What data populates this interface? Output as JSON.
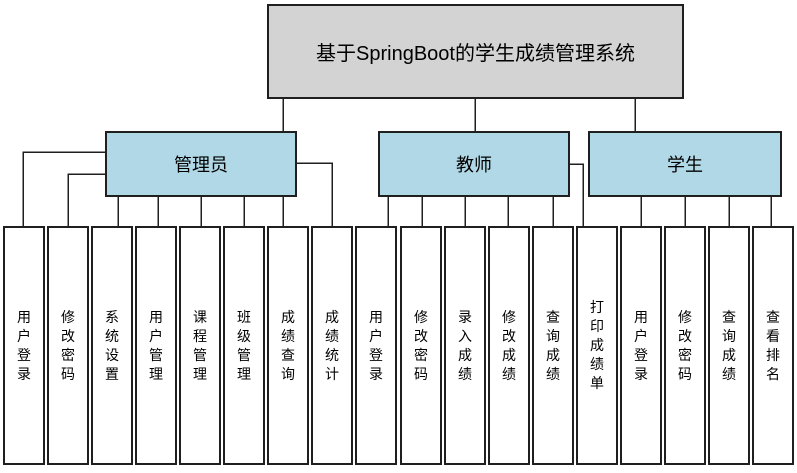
{
  "diagram": {
    "title": "基于SpringBoot的学生成绩管理系统",
    "colors": {
      "root_fill": "#d3d3d3",
      "role_fill": "#b1d8e6",
      "leaf_fill": "#ffffff",
      "border": "#1f1f1f",
      "connector": "#1f1f1f"
    },
    "roles": [
      {
        "label": "管理员",
        "functions": [
          "用户登录",
          "修改密码",
          "系统设置",
          "用户管理",
          "课程管理",
          "班级管理",
          "成绩查询",
          "成绩统计"
        ]
      },
      {
        "label": "教师",
        "functions": [
          "用户登录",
          "修改密码",
          "录入成绩",
          "修改成绩",
          "查询成绩",
          "打印成绩单"
        ]
      },
      {
        "label": "学生",
        "functions": [
          "用户登录",
          "修改密码",
          "查询成绩",
          "查看排名"
        ]
      }
    ]
  }
}
